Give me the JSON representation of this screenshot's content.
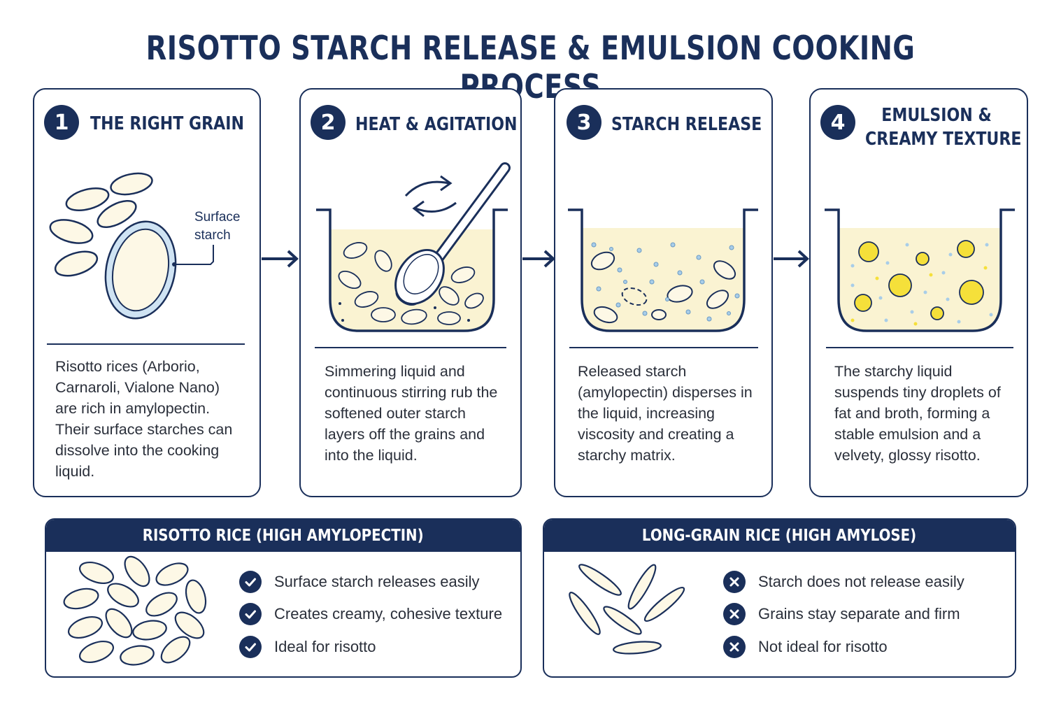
{
  "title": "RISOTTO STARCH RELEASE & EMULSION COOKING PROCESS",
  "colors": {
    "navy": "#1a2f5a",
    "grain_fill": "#fdf8e6",
    "liquid": "#faf3d2",
    "starch_blue": "#a8cde8",
    "fat_yellow": "#f5e03a"
  },
  "steps": [
    {
      "number": "1",
      "title": "THE RIGHT GRAIN",
      "callout": "Surface starch",
      "description": "Risotto rices (Arborio, Carnaroli, Vialone Nano) are rich in amylopectin. Their surface starches can dissolve into the cooking liquid."
    },
    {
      "number": "2",
      "title": "HEAT & AGITATION",
      "description": "Simmering liquid and continuous stirring rub the softened outer starch layers off the grains and into the liquid."
    },
    {
      "number": "3",
      "title": "STARCH RELEASE",
      "description": "Released starch (amylopectin) disperses in the liquid, increasing viscosity and creating a starchy matrix."
    },
    {
      "number": "4",
      "title_line1": "EMULSION &",
      "title_line2": "CREAMY TEXTURE",
      "description": "The starchy liquid suspends tiny droplets of fat and broth, forming a stable emulsion and a velvety, glossy risotto."
    }
  ],
  "comparison": {
    "risotto": {
      "title": "RISOTTO RICE (HIGH AMYLOPECTIN)",
      "icon": "check-icon",
      "items": [
        "Surface starch releases easily",
        "Creates creamy, cohesive texture",
        "Ideal for risotto"
      ]
    },
    "long_grain": {
      "title": "LONG-GRAIN RICE (HIGH AMYLOSE)",
      "icon": "x-icon",
      "items": [
        "Starch does not release easily",
        "Grains stay separate and firm",
        "Not ideal for risotto"
      ]
    }
  }
}
